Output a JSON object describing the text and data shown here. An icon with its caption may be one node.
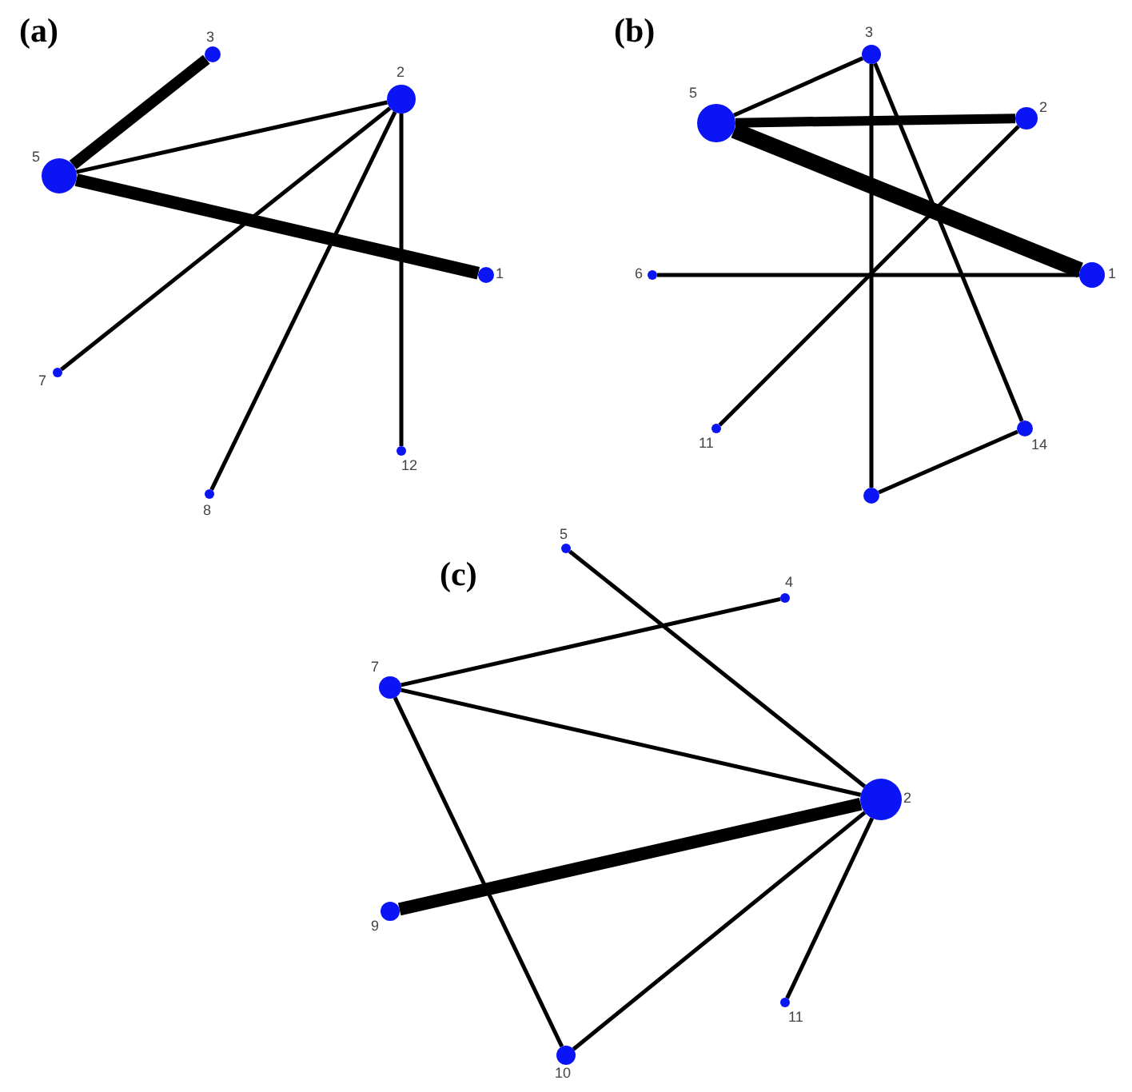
{
  "diagram": {
    "nodes": [
      {
        "text": [],
        "shape": "circle",
        "beside": [
          "3"
        ]
      },
      {
        "text": [],
        "shape": "circle",
        "beside": [
          "2"
        ]
      },
      {
        "text": [],
        "shape": "circle",
        "beside": [
          "5"
        ]
      },
      {
        "text": [],
        "shape": "circle",
        "beside": [
          "1"
        ]
      },
      {
        "text": [],
        "shape": "circle",
        "beside": [
          "7"
        ]
      },
      {
        "text": [],
        "shape": "circle",
        "beside": [
          "8"
        ]
      },
      {
        "text": [],
        "shape": "circle",
        "beside": [
          "12"
        ]
      },
      {
        "text": [],
        "shape": "circle",
        "beside": [
          "3"
        ]
      },
      {
        "text": [],
        "shape": "circle",
        "beside": [
          "5"
        ]
      },
      {
        "text": [],
        "shape": "circle",
        "beside": [
          "2"
        ]
      },
      {
        "text": [],
        "shape": "circle",
        "beside": [
          "6"
        ]
      },
      {
        "text": [],
        "shape": "circle",
        "beside": [
          "1"
        ]
      },
      {
        "text": [],
        "shape": "circle",
        "beside": [
          "11"
        ]
      },
      {
        "text": [],
        "shape": "circle",
        "beside": [
          "14"
        ]
      },
      {
        "text": [],
        "shape": "circle"
      },
      {
        "text": [],
        "shape": "circle",
        "beside": [
          "5"
        ]
      },
      {
        "text": [],
        "shape": "circle",
        "beside": [
          "4"
        ]
      },
      {
        "text": [],
        "shape": "circle",
        "beside": [
          "7"
        ]
      },
      {
        "text": [],
        "shape": "circle",
        "beside": [
          "2"
        ]
      },
      {
        "text": [],
        "shape": "circle",
        "beside": [
          "9"
        ]
      },
      {
        "text": [],
        "shape": "circle",
        "beside": [
          "11"
        ]
      },
      {
        "text": [],
        "shape": "circle",
        "beside": [
          "10"
        ]
      }
    ],
    "edges": [
      {
        "from": 2,
        "to": 0,
        "arrow": "none",
        "style": "thick"
      },
      {
        "from": 2,
        "to": 1,
        "arrow": "none"
      },
      {
        "from": 2,
        "to": 3,
        "arrow": "none",
        "style": "thick"
      },
      {
        "from": 1,
        "to": 4,
        "arrow": "none"
      },
      {
        "from": 1,
        "to": 5,
        "arrow": "none"
      },
      {
        "from": 1,
        "to": 6,
        "arrow": "none"
      },
      {
        "from": 8,
        "to": 7,
        "arrow": "none"
      },
      {
        "from": 8,
        "to": 9,
        "arrow": "none",
        "style": "thick"
      },
      {
        "from": 8,
        "to": 11,
        "arrow": "none",
        "style": "thick"
      },
      {
        "from": 7,
        "to": 14,
        "arrow": "none"
      },
      {
        "from": 7,
        "to": 13,
        "arrow": "none"
      },
      {
        "from": 9,
        "to": 12,
        "arrow": "none"
      },
      {
        "from": 10,
        "to": 11,
        "arrow": "none"
      },
      {
        "from": 13,
        "to": 14,
        "arrow": "none"
      },
      {
        "from": 15,
        "to": 18,
        "arrow": "none"
      },
      {
        "from": 17,
        "to": 16,
        "arrow": "none"
      },
      {
        "from": 17,
        "to": 18,
        "arrow": "none"
      },
      {
        "from": 17,
        "to": 21,
        "arrow": "none"
      },
      {
        "from": 19,
        "to": 18,
        "arrow": "none",
        "style": "thick"
      },
      {
        "from": 21,
        "to": 18,
        "arrow": "none"
      },
      {
        "from": 18,
        "to": 20,
        "arrow": "none"
      }
    ],
    "labels": [
      "(a)",
      "(b)",
      "(c)"
    ]
  }
}
